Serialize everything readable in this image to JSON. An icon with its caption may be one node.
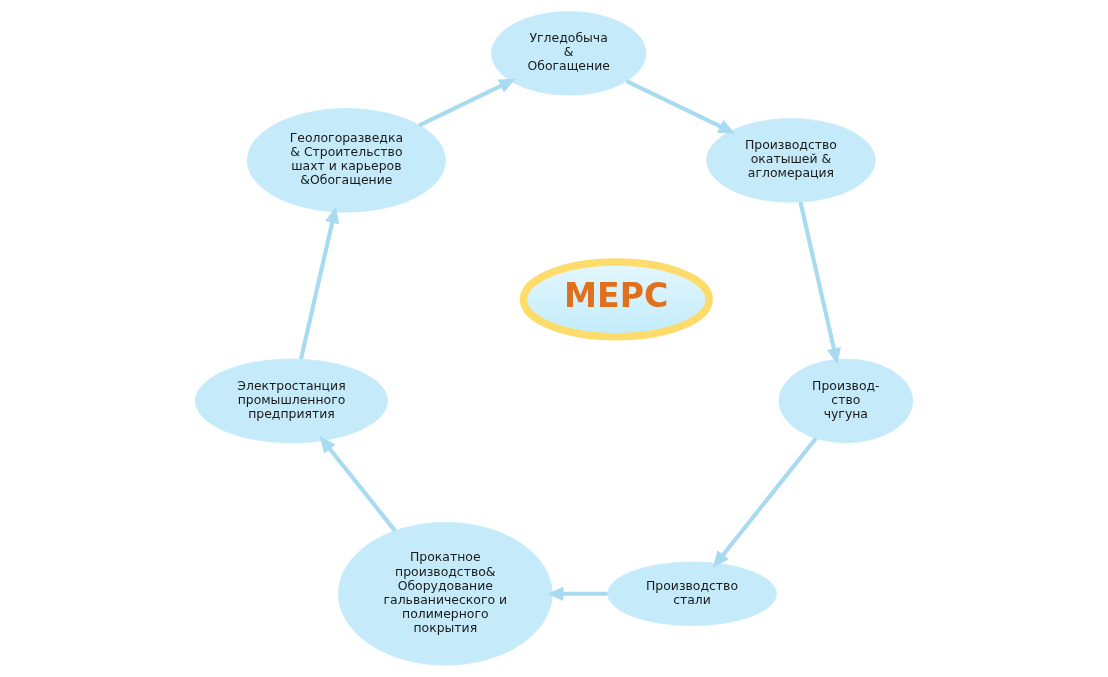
{
  "diagram": {
    "nodes": [
      {
        "text": [
          "Геологоразведка & Строительство шахт и карьеров &Обогащение"
        ]
      },
      {
        "text": [
          "Угледобыча & Обогащение"
        ]
      },
      {
        "text": [
          "Производство окатышей & агломерация"
        ]
      },
      {
        "text": [
          "Производ- ство чугуна"
        ]
      },
      {
        "text": [
          "Производство стали"
        ]
      },
      {
        "text": [
          "Прокатное производство& Оборудование гальванического и полимерного покрытия"
        ]
      },
      {
        "text": [
          "Электростанция промышленного предприятия"
        ]
      },
      {
        "text": [
          "МЕРС"
        ]
      }
    ],
    "edges": [
      {
        "from": 0,
        "to": 1,
        "arrow": "to"
      },
      {
        "from": 1,
        "to": 2,
        "arrow": "to"
      },
      {
        "from": 2,
        "to": 3,
        "arrow": "to"
      },
      {
        "from": 3,
        "to": 4,
        "arrow": "to"
      },
      {
        "from": 4,
        "to": 5,
        "arrow": "to"
      },
      {
        "from": 5,
        "to": 6,
        "arrow": "to"
      },
      {
        "from": 6,
        "to": 0,
        "arrow": "to"
      }
    ]
  }
}
